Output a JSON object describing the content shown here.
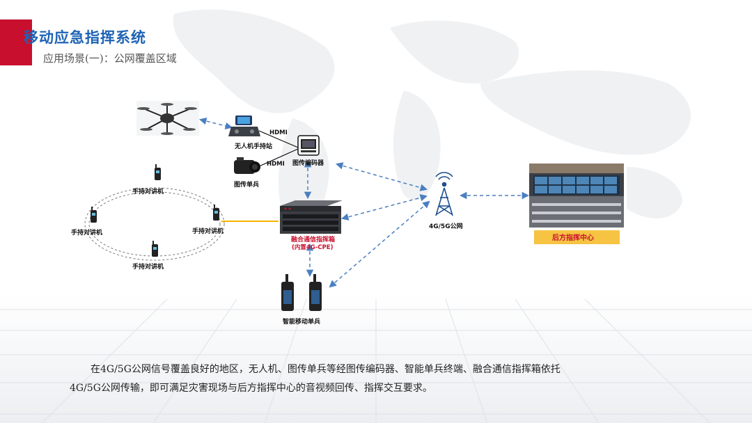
{
  "header": {
    "title": "移动应急指挥系统",
    "subtitle": "应用场景(一)：公网覆盖区域"
  },
  "diagram": {
    "nodes": {
      "drone_station": "无人机手持站",
      "image_soldier": "图传单兵",
      "encoder": "图传编码器",
      "hdmi_top": "HDMI",
      "hdmi_bottom": "HDMI",
      "radio_top": "手持对讲机",
      "radio_left": "手持对讲机",
      "radio_right": "手持对讲机",
      "radio_bottom": "手持对讲机",
      "command_box": "融合通信指挥箱",
      "command_box_sub": "(内置4G-CPE)",
      "network": "4G/5G公网",
      "smart_soldier": "智能移动单兵",
      "command_center": "后方指挥中心"
    }
  },
  "caption": {
    "line1": "在4G/5G公网信号覆盖良好的地区，无人机、图传单兵等经图传编码器、智能单兵终端、融合通信指挥箱依托",
    "line2": "4G/5G公网传输，即可满足灾害现场与后方指挥中心的音视频回传、指挥交互要求。"
  },
  "colors": {
    "title_blue": "#1e63b5",
    "accent_red": "#c8102e",
    "arrow_blue": "#4a7fc1",
    "link_orange": "#f5b400",
    "center_label_bg": "#f6c343"
  }
}
